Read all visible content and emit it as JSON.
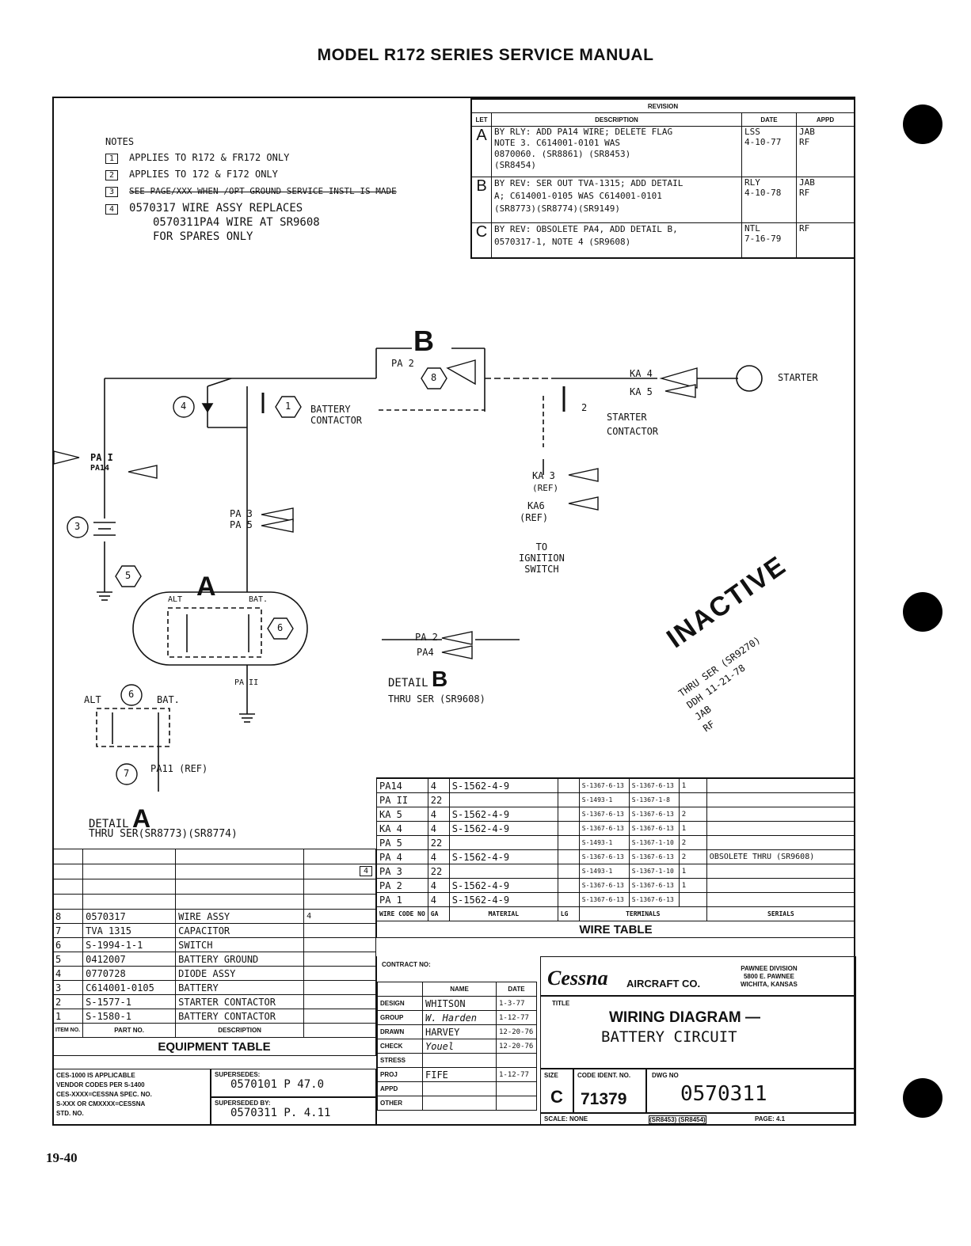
{
  "header": {
    "title": "MODEL R172 SERIES SERVICE MANUAL",
    "page": "19-40"
  },
  "notes": {
    "title": "NOTES",
    "items": [
      {
        "flag": "1",
        "text": "APPLIES TO R172 & FR172 ONLY"
      },
      {
        "flag": "2",
        "text": "APPLIES TO 172 & F172 ONLY"
      },
      {
        "flag": "3",
        "text": "SEE PAGE/XXX WHEN /OPT GROUND SERVICE INSTL IS MADE"
      },
      {
        "flag": "4",
        "text": "0570317 WIRE ASSY REPLACES"
      },
      {
        "flag": "",
        "text": "0570311PA4 WIRE AT SR9608"
      },
      {
        "flag": "",
        "text": "FOR SPARES ONLY"
      }
    ]
  },
  "revision": {
    "title": "REVISION",
    "headers": [
      "LET",
      "DESCRIPTION",
      "DATE",
      "APPD"
    ],
    "rows": [
      {
        "let": "A",
        "desc": [
          "BY RLY: ADD PA14 WIRE; DELETE FLAG",
          "NOTE 3. C614001-0101 WAS",
          "0870060. (SR8861) (SR8453)",
          "(SR8454)"
        ],
        "date": [
          "LSS",
          "4-10-77"
        ],
        "appd": [
          "JAB",
          "RF"
        ]
      },
      {
        "let": "B",
        "desc": [
          "BY REV: SER OUT TVA-1315; ADD DETAIL",
          "A; C614001-0105 WAS C614001-0101",
          "(SR8773)(SR8774)(SR9149)"
        ],
        "date": [
          "RLY",
          "4-10-78"
        ],
        "appd": [
          "JAB",
          "RF"
        ]
      },
      {
        "let": "C",
        "desc": [
          "BY REV: OBSOLETE PA4, ADD DETAIL B,",
          "0570317-1, NOTE 4 (SR9608)"
        ],
        "date": [
          "NTL",
          "7-16-79"
        ],
        "appd": [
          "RF"
        ]
      }
    ]
  },
  "diagram": {
    "detail_b_letter": "B",
    "pa2": "PA 2",
    "battery_contactor": [
      "BATTERY",
      "CONTACTOR"
    ],
    "starter_contactor": [
      "STARTER",
      "CONTACTOR"
    ],
    "starter": "STARTER",
    "ka4": "KA 4",
    "ka5": "KA 5",
    "pa1": "PA I",
    "pa14": "PA14",
    "pa3": "PA 3",
    "pa5": "PA 5",
    "ka3": "KA 3",
    "ka6": "KA6",
    "ref": "(REF)",
    "to_ignition": [
      "TO",
      "IGNITION",
      "SWITCH"
    ],
    "detail_a_letter": "A",
    "alt": "ALT",
    "bat": "BAT.",
    "pa11": "PA II",
    "pa11_ref": "PA11 (REF)",
    "detail_a": "DETAIL",
    "detail_a_ser": "THRU SER(SR8773)(SR8774)",
    "detail_b": "DETAIL",
    "detail_b_ser": "THRU SER (SR9608)",
    "pa4": "PA4",
    "callouts": [
      "1",
      "2",
      "3",
      "4",
      "5",
      "6",
      "7",
      "8"
    ]
  },
  "inactive": {
    "stamp": "INACTIVE",
    "lines": [
      "THRU SER (SR9270)",
      "DDH 11-21-78",
      "JAB",
      "RF"
    ]
  },
  "wire_table": {
    "title": "WIRE TABLE",
    "headers": [
      "WIRE CODE NO",
      "GA",
      "MATERIAL",
      "LG",
      "TERMINALS",
      "",
      "",
      "SERIALS"
    ],
    "rows": [
      {
        "code": "PA14",
        "ga": "4",
        "material": "S-1562-4-9",
        "t1": "S-1367-6-13",
        "t2": "S-1367-6-13",
        "flag": "1",
        "serial": ""
      },
      {
        "code": "PA II",
        "ga": "22",
        "material": "",
        "t1": "S-1493-1",
        "t2": "S-1367-1-8",
        "flag": "",
        "serial": ""
      },
      {
        "code": "KA 5",
        "ga": "4",
        "material": "S-1562-4-9",
        "t1": "S-1367-6-13",
        "t2": "S-1367-6-13",
        "flag": "2",
        "serial": ""
      },
      {
        "code": "KA 4",
        "ga": "4",
        "material": "S-1562-4-9",
        "t1": "S-1367-6-13",
        "t2": "S-1367-6-13",
        "flag": "1",
        "serial": ""
      },
      {
        "code": "PA 5",
        "ga": "22",
        "material": "",
        "t1": "S-1493-1",
        "t2": "S-1367-1-10",
        "flag": "2",
        "serial": ""
      },
      {
        "code": "PA 4",
        "ga": "4",
        "material": "S-1562-4-9",
        "t1": "S-1367-6-13",
        "t2": "S-1367-6-13",
        "flag": "2",
        "serial": "OBSOLETE THRU (SR9608)"
      },
      {
        "code": "PA 3",
        "ga": "22",
        "material": "",
        "t1": "S-1493-1",
        "t2": "S-1367-1-10",
        "flag": "1",
        "serial": ""
      },
      {
        "code": "PA 2",
        "ga": "4",
        "material": "S-1562-4-9",
        "t1": "S-1367-6-13",
        "t2": "S-1367-6-13",
        "flag": "1",
        "serial": ""
      },
      {
        "code": "PA 1",
        "ga": "4",
        "material": "S-1562-4-9",
        "t1": "S-1367-6-13",
        "t2": "S-1367-6-13",
        "flag": "",
        "serial": ""
      }
    ],
    "flag4": "4"
  },
  "equipment_table": {
    "title": "EQUIPMENT TABLE",
    "headers": [
      "ITEM NO.",
      "PART NO.",
      "DESCRIPTION"
    ],
    "rows": [
      {
        "no": "8",
        "part": "0570317",
        "desc": "WIRE ASSY",
        "flag": "4"
      },
      {
        "no": "7",
        "part": "TVA 1315",
        "desc": "CAPACITOR",
        "flag": ""
      },
      {
        "no": "6",
        "part": "S-1994-1-1",
        "desc": "SWITCH",
        "flag": ""
      },
      {
        "no": "5",
        "part": "0412007",
        "desc": "BATTERY GROUND",
        "flag": ""
      },
      {
        "no": "4",
        "part": "0770728",
        "desc": "DIODE ASSY",
        "flag": ""
      },
      {
        "no": "3",
        "part": "C614001-0105",
        "desc": "BATTERY",
        "flag": ""
      },
      {
        "no": "2",
        "part": "S-1577-1",
        "desc": "STARTER CONTACTOR",
        "flag": ""
      },
      {
        "no": "1",
        "part": "S-1580-1",
        "desc": "BATTERY CONTACTOR",
        "flag": ""
      }
    ],
    "ces_note": [
      "CES-1000 IS APPLICABLE",
      "VENDOR CODES PER S-1400",
      "CES-XXXX=CESSNA SPEC. NO.",
      "S-XXX OR CMXXXX=CESSNA",
      "STD. NO."
    ],
    "supersedes_label": "SUPERSEDES:",
    "supersedes": "0570101 P 47.0",
    "superseded_by_label": "SUPERSEDED BY:",
    "superseded_by": "0570311 P. 4.11"
  },
  "title_block": {
    "contract": "CONTRACT NO:",
    "name_hdr": "NAME",
    "date_hdr": "DATE",
    "rows": [
      {
        "role": "DESIGN",
        "name": "WHITSON",
        "date": "1-3-77"
      },
      {
        "role": "GROUP",
        "name": "W. Harden",
        "date": "1-12-77"
      },
      {
        "role": "DRAWN",
        "name": "HARVEY",
        "date": "12-20-76"
      },
      {
        "role": "CHECK",
        "name": "Youel",
        "date": "12-20-76"
      },
      {
        "role": "STRESS",
        "name": "",
        "date": ""
      },
      {
        "role": "PROJ",
        "name": "FIFE",
        "date": "1-12-77"
      },
      {
        "role": "APPD",
        "name": "",
        "date": ""
      },
      {
        "role": "OTHER",
        "name": "",
        "date": ""
      }
    ],
    "company_logo": "Cessna",
    "company_suffix": "AIRCRAFT CO.",
    "division": [
      "PAWNEE DIVISION",
      "5800 E. PAWNEE",
      "WICHITA, KANSAS"
    ],
    "title_label": "TITLE",
    "title_line1": "WIRING DIAGRAM —",
    "title_line2": "BATTERY CIRCUIT",
    "size_label": "SIZE",
    "size": "C",
    "code_label": "CODE IDENT. NO.",
    "code": "71379",
    "dwg_label": "DWG NO",
    "dwg": "0570311",
    "scale": "SCALE: NONE",
    "sr": "(SR8453) (SR8454)",
    "page": "PAGE: 4.1"
  }
}
